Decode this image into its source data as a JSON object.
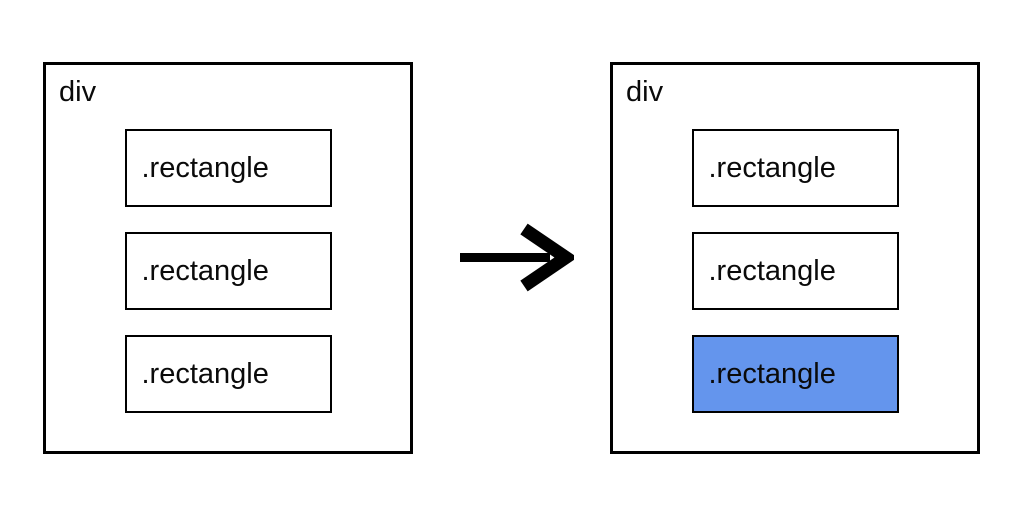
{
  "diagram": {
    "before": {
      "label": "div",
      "rectangles": [
        ".rectangle",
        ".rectangle",
        ".rectangle"
      ],
      "highlighted_index": null
    },
    "after": {
      "label": "div",
      "rectangles": [
        ".rectangle",
        ".rectangle",
        ".rectangle"
      ],
      "highlighted_index": 2
    },
    "arrow_icon": "right-arrow",
    "colors": {
      "highlight_fill": "#6495ED",
      "border": "#000000",
      "background": "#FFFFFF",
      "text": "#0A0A0A"
    }
  }
}
